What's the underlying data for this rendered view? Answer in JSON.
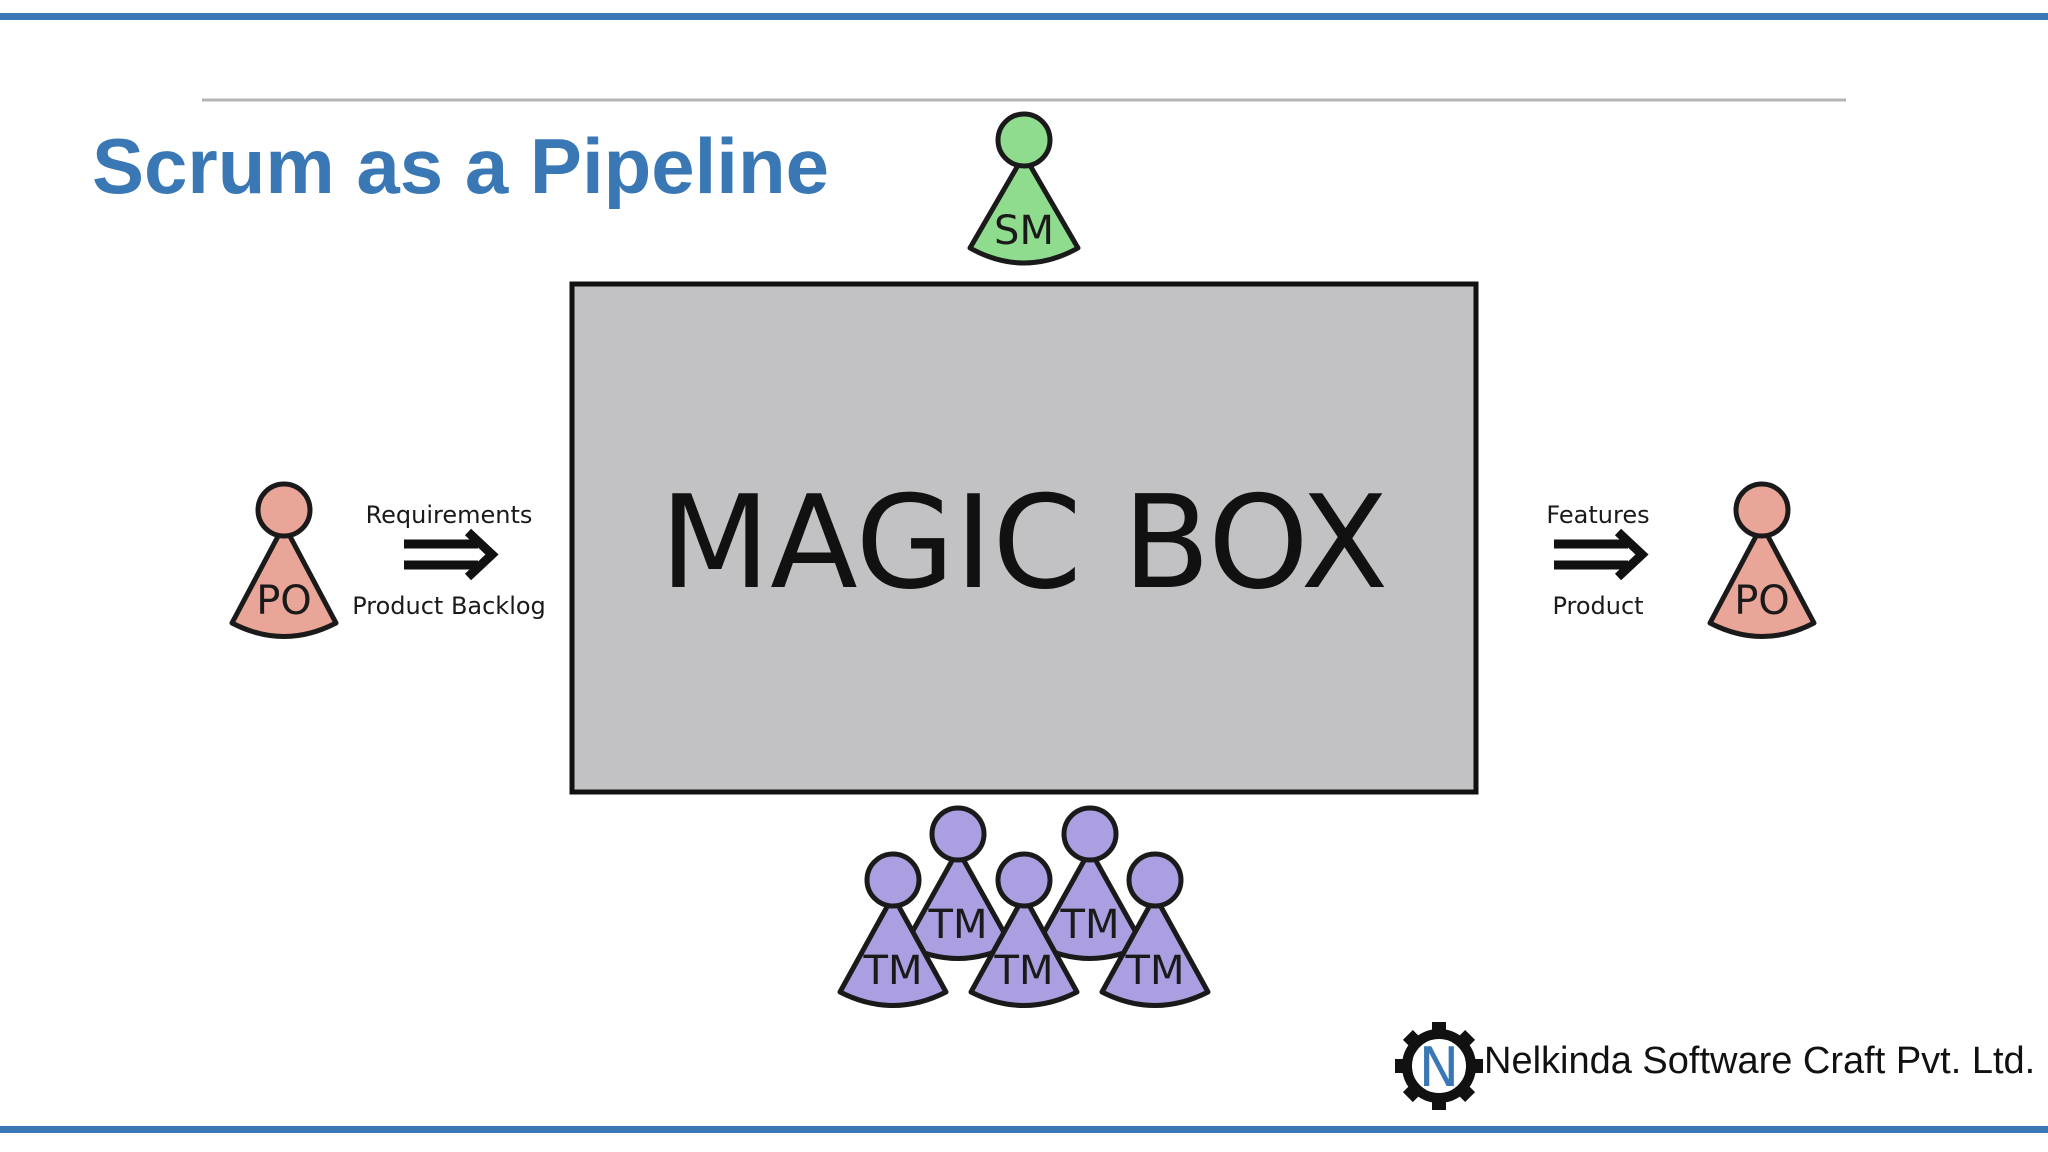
{
  "slide": {
    "title": "Scrum as a Pipeline",
    "accent_color": "#3a78b5"
  },
  "diagram": {
    "center_box_label": "MAGIC BOX",
    "scrum_master": {
      "label": "SM",
      "color": "#8fdc8f"
    },
    "product_owner_input": {
      "label": "PO",
      "color": "#e8a598"
    },
    "product_owner_output": {
      "label": "PO",
      "color": "#e8a598"
    },
    "input_arrow": {
      "top_label": "Requirements",
      "bottom_label": "Product Backlog"
    },
    "output_arrow": {
      "top_label": "Features",
      "bottom_label": "Product"
    },
    "team_members": {
      "labels": [
        "TM",
        "TM",
        "TM",
        "TM",
        "TM"
      ],
      "color": "#ab9fe2"
    },
    "box_color": "#c2c1c4"
  },
  "footer": {
    "logo_letter": "N",
    "company_name": "Nelkinda Software Craft Pvt. Ltd."
  }
}
